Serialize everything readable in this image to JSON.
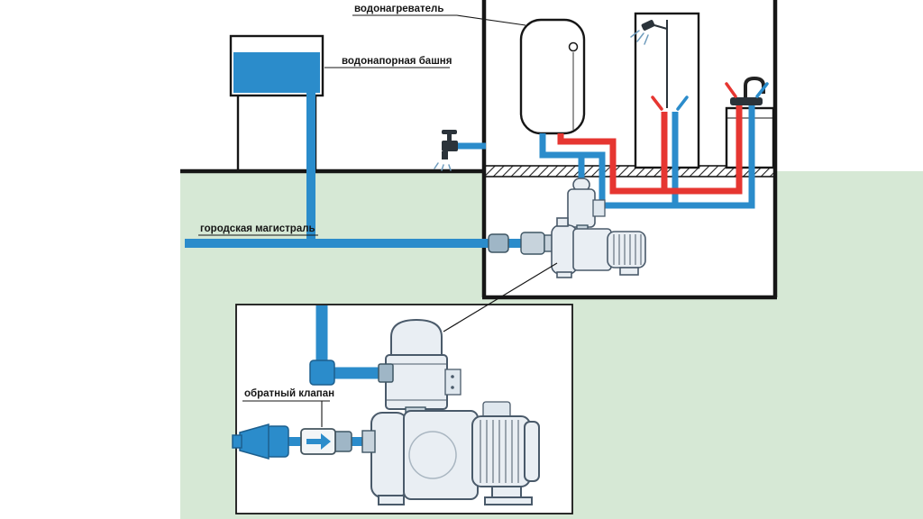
{
  "diagram": {
    "labels": {
      "water_heater": "водонагреватель",
      "water_tower": "водонапорная башня",
      "city_main": "городская магистраль",
      "check_valve": "обратный клапан"
    },
    "colors": {
      "cold_pipe": "#2b8ccb",
      "hot_pipe": "#e63631",
      "ground_fill": "#d6e8d5",
      "outline": "#161616",
      "pump_fill": "#e9eef3",
      "pump_stroke": "#4a5a6a",
      "fitting_fill": "#9fb6c6"
    }
  }
}
